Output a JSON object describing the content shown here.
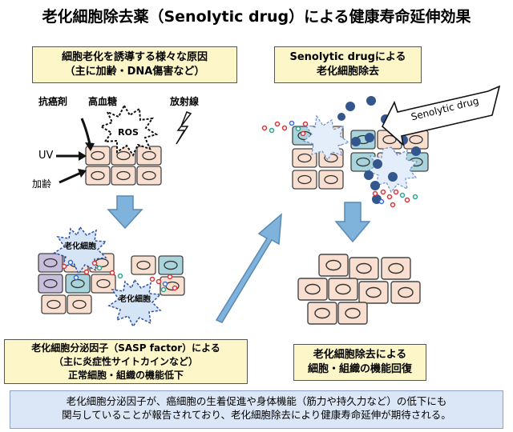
{
  "title": "老化細胞除去薬（Senolytic drug）による健康寿命延伸効果",
  "causes_box": {
    "line1": "細胞老化を誘導する様々な原因",
    "line2": "（主に加齢・DNA傷害など）"
  },
  "labels": {
    "anticancer": "抗癌剤",
    "hyperglycemia": "高血糖",
    "radiation": "放射線",
    "ros": "ROS",
    "uv": "UV",
    "aging": "加齢",
    "senescent_cell": "老化細胞",
    "senolytic_arrow": "Senolytic drug"
  },
  "removal_box": {
    "line1": "Senolytic drugによる",
    "line2": "老化細胞除去"
  },
  "sasp_box": {
    "line1": "老化細胞分泌因子（SASP factor）による",
    "line2": "（主に炎症性サイトカインなど）",
    "line3": "正常細胞・組織の機能低下"
  },
  "recovery_box": {
    "line1": "老化細胞除去による",
    "line2": "細胞・組織の機能回復"
  },
  "footer": {
    "line1": "老化細胞分泌因子が、癌細胞の生着促進や身体機能（筋力や持久力など）の低下にも",
    "line2": "関与していることが報告されており、老化細胞除去により健康寿命延伸が期待される。"
  },
  "colors": {
    "cell_normal": "#f8dfd0",
    "cell_teal": "#a9d4dc",
    "cell_purple": "#c7bedb",
    "arrow_blue": "#7fb3dc",
    "drug_dot": "#34568f",
    "box_yellow": "#fdf6c8",
    "footer_blue": "#dbe7f7"
  }
}
